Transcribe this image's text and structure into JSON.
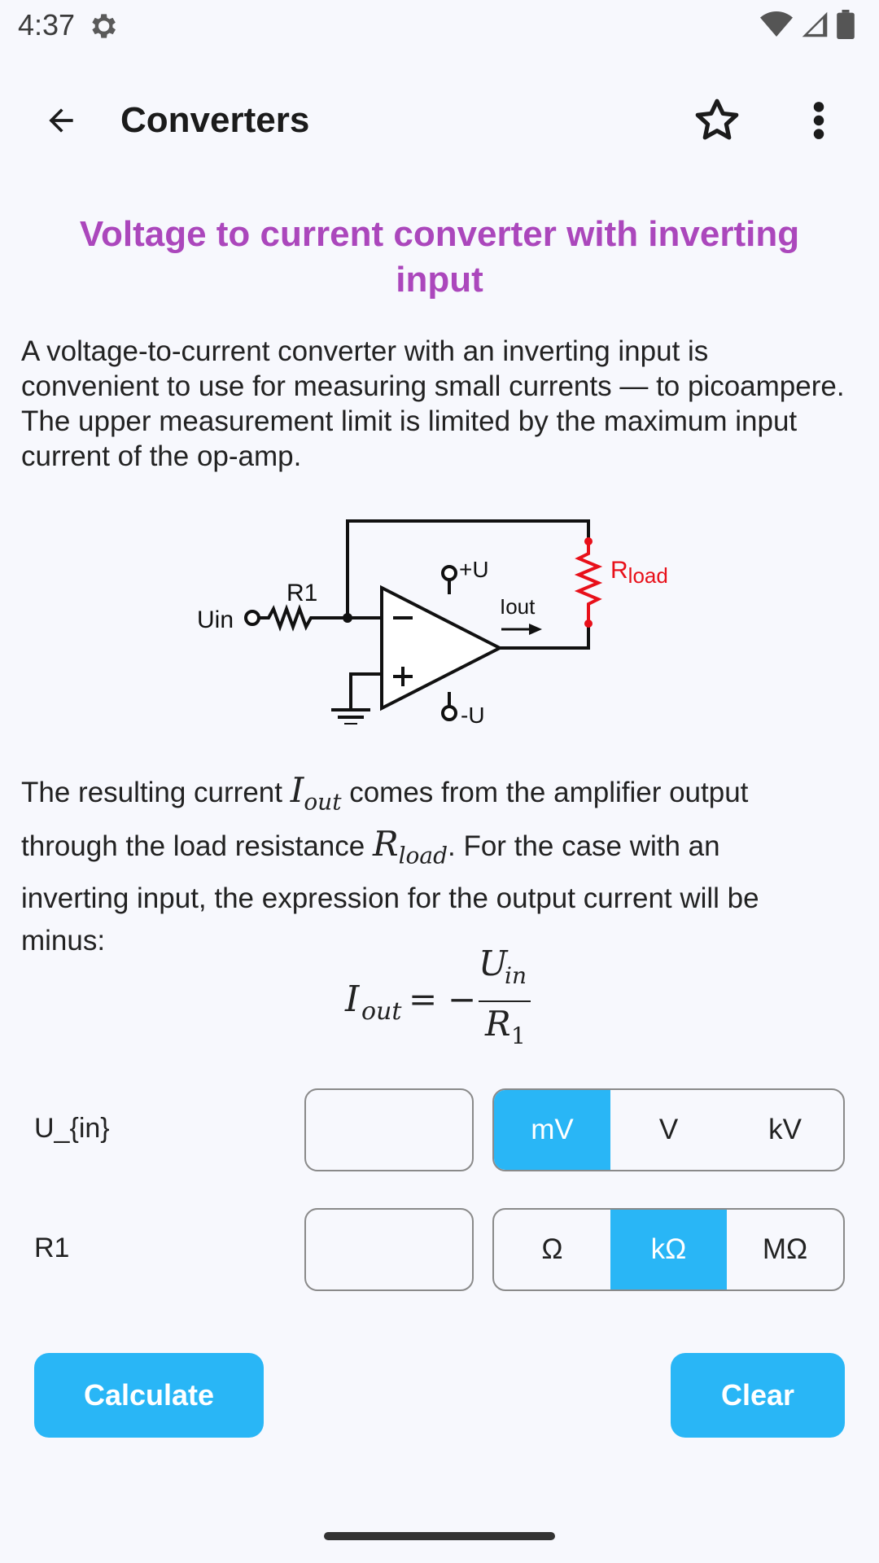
{
  "status_bar": {
    "time": "4:37",
    "icons": [
      "gear-icon",
      "wifi-icon",
      "signal-icon",
      "battery-icon"
    ]
  },
  "app_bar": {
    "title": "Converters",
    "back_icon": "arrow-back-icon",
    "favorite_icon": "star-outline-icon",
    "more_icon": "more-vert-icon"
  },
  "page": {
    "title": "Voltage to current converter with inverting input",
    "intro": "A voltage-to-current converter with an inverting input is convenient to use for measuring small currents — to picoampere. The upper measurement limit is limited by the maximum input current of the op-amp.",
    "circuit": {
      "labels": {
        "r1": "R1",
        "uin": "Uin",
        "plus_u": "+U",
        "minus_u": "-U",
        "iout": "Iout",
        "rload_main": "R",
        "rload_sub": "load"
      }
    },
    "para2": {
      "t1": "The resulting current ",
      "iout_main": "I",
      "iout_sub": "out",
      "t2": " comes from the amplifier output",
      "t3": "through the load resistance ",
      "rload_main": "R",
      "rload_sub": "load",
      "t4": ". For the case with an",
      "t5": "inverting input, the expression for the output current will be",
      "t6": "minus:"
    },
    "formula": {
      "lhs_main": "I",
      "lhs_sub": "out",
      "equals": "=",
      "minus": "−",
      "num_main": "U",
      "num_sub": "in",
      "den_main": "R",
      "den_sub": "1"
    }
  },
  "inputs": [
    {
      "label": "U_{in}",
      "value": "",
      "units": [
        "mV",
        "V",
        "kV"
      ],
      "selected_unit": "mV"
    },
    {
      "label": "R1",
      "value": "",
      "units": [
        "Ω",
        "kΩ",
        "MΩ"
      ],
      "selected_unit": "kΩ"
    }
  ],
  "buttons": {
    "calculate": "Calculate",
    "clear": "Clear"
  },
  "colors": {
    "accent": "#29b6f6",
    "title": "#ab47bc",
    "load_resistor": "#e8101a",
    "background": "#f7f8fd"
  }
}
